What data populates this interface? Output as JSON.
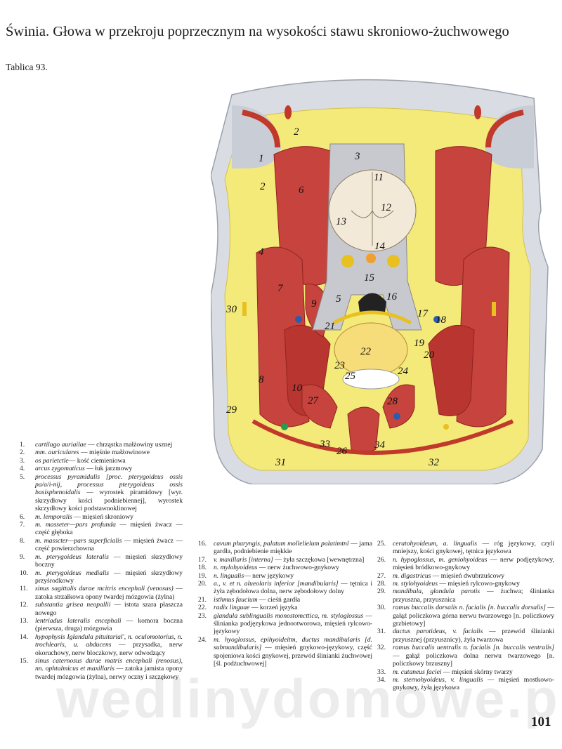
{
  "title": "Świnia. Głowa w przekroju poprzecznym na wysokości stawu skroniowo-żuchwowego",
  "plate": "Tablica 93.",
  "page_number": "101",
  "watermark": "wedlinydomowe.pl",
  "figure": {
    "labels": [
      "1",
      "2",
      "2",
      "3",
      "4",
      "5",
      "6",
      "7",
      "8",
      "9",
      "10",
      "11",
      "12",
      "13",
      "14",
      "15",
      "16",
      "17",
      "18",
      "19",
      "20",
      "21",
      "22",
      "23",
      "24",
      "25",
      "26",
      "27",
      "28",
      "29",
      "30",
      "31",
      "32",
      "33",
      "34"
    ]
  },
  "legend": [
    {
      "num": "1.",
      "lat": "cartilago auriailae",
      "pl": " — chrząstka małżowiny usznej"
    },
    {
      "num": "2.",
      "lat": "mm. auriculares",
      "pl": " — mięśnie małżowinowe"
    },
    {
      "num": "3.",
      "lat": "os parietctle",
      "pl": "— kość ciemieniowa"
    },
    {
      "num": "4.",
      "lat": "arcus zygomaticus",
      "pl": " — łuk jarzmowy"
    },
    {
      "num": "5.",
      "lat": "processus pyramidalis [proc. pterygoideus ossis pa/a/i-nij, processus pterygoideus ossis basisphenoidalis",
      "pl": " — wyrostek piramidowy [wyr. skrzydłowy kości podniebiennej], wyrostek skrzydłowy kości podstawnoklinowej"
    },
    {
      "num": "6.",
      "lat": "m. lemporalis",
      "pl": " — mięsień skroniowy"
    },
    {
      "num": "7.",
      "lat": "m. masseter—pars profunda",
      "pl": " — mięsień żwacz — część głęboka"
    },
    {
      "num": "8.",
      "lat": "m. masscter—pars superficialis",
      "pl": " — mięsień żwacz — część powierzchowna"
    },
    {
      "num": "9.",
      "lat": "m. pterygoideus lateralis",
      "pl": " — mięsień skrzydłowy boczny"
    },
    {
      "num": "10.",
      "lat": "m. pterygoideus medialis",
      "pl": " — mięsień skrzydłowy przyśrodkowy"
    },
    {
      "num": "11.",
      "lat": "sinus sagittalis durae mcitris encephali (venosus)",
      "pl": " — zatoka strzałkowa opony twardej mózgowia (żylna)"
    },
    {
      "num": "12.",
      "lat": "substantia grisea neopallii",
      "pl": " — istota szara płaszcza nowego"
    },
    {
      "num": "13.",
      "lat": "lentriadus lateralis encephali",
      "pl": " — komora boczna (pierwsza, druga) mózgowia"
    },
    {
      "num": "14.",
      "lat": "hypophysis Iglandula pituitarial', n. oculomotorius, n. trochlearis, u. abducens",
      "pl": " — przysadka, nerw okoruchowy, nerw bloczkowy, nerw odwodzący"
    },
    {
      "num": "15.",
      "lat": "sinus caternosus durae matris encephali (renosus), nn. ophtalmicus et maxillaris",
      "pl": " — zatoka jamista opony twardej mózgowia (żylna), nerwy oczny i szczękowy"
    },
    {
      "num": "16.",
      "lat": "cavum pharyngis, palatum mollelielum palatimtnl",
      "pl": " — jama gardła, podniebienie miękkie"
    },
    {
      "num": "17.",
      "lat": "v. maxillaris [interna]",
      "pl": " — żyła szczękowa [wewnętrzna]"
    },
    {
      "num": "18.",
      "lat": "n. mylohyoideus",
      "pl": " — nerw żuchwowo-gnykowy"
    },
    {
      "num": "19.",
      "lat": "n. lingualis",
      "pl": "— nerw językowy"
    },
    {
      "num": "20.",
      "lat": "a., v. et n. alueolaris inferior [mandibularis]",
      "pl": " — tętnica i żyła zębodołowa dolna, nerw zębodołowy dolny"
    },
    {
      "num": "21.",
      "lat": "isthmus faucium",
      "pl": " — cieśń gardła"
    },
    {
      "num": "22.",
      "lat": "radix linguae",
      "pl": " — korzeń języka"
    },
    {
      "num": "23.",
      "lat": "glandula sublingualis monostomcttica, m. styloglossus",
      "pl": " — ślinianka podjęzykowa jednootworowa, mięsień rylcowo-językowy"
    },
    {
      "num": "24.",
      "lat": "m. hyoglossus, epihyoideitm, ductus mandibularis [d. submandibularis]",
      "pl": " — mięsień gnykowo-językowy, część spojeniowa kości gnykowej, przewód ślinianki żuchwowej [śl. podżuchwowej]"
    },
    {
      "num": "25.",
      "lat": "ceratohyoideum, a. lingualis",
      "pl": " — róg językowy, czyli mniejszy, kości gnykowej, tętnica językowa"
    },
    {
      "num": "26.",
      "lat": "n. hypoglossus, m. geniohyoideus",
      "pl": " — nerw podjęzykowy, mięsień bródkowo-gnykowy"
    },
    {
      "num": "27.",
      "lat": "m. digastricus",
      "pl": " — mięsień dwubrzuścowy"
    },
    {
      "num": "28.",
      "lat": "m. stylohyoideus",
      "pl": " — mięsień rylcowo-gnykowy"
    },
    {
      "num": "29.",
      "lat": "mandibula, glandula parotis",
      "pl": " — żuchwa; ślinianka przyuszna, przyusznica"
    },
    {
      "num": "30.",
      "lat": "ramus buccalis dorsalis n. facialis [n. buccalis dorsalis]",
      "pl": " — gałąź policzkowa górna nerwu twarzowego [n. policzkowy grzbietowy]"
    },
    {
      "num": "31.",
      "lat": "ductus parotideus, v. facialis",
      "pl": " — przewód ślinianki przyusznej (przyusznicy), żyła twarzowa"
    },
    {
      "num": "32.",
      "lat": "ramus buccalis uentralis n. facialis [n. buccalis ventralis]",
      "pl": " — gałąź policzkowa dolna nerwu twarzowego [n. policzkowy brzuszny]"
    },
    {
      "num": "33.",
      "lat": "m. cutaneus faciei",
      "pl": " — mięsień skórny twarzy"
    },
    {
      "num": "34.",
      "lat": "m. sternohyoideus, v. lingualis",
      "pl": " — mięsień mostkowo-gnykowy, żyła językowa"
    }
  ]
}
